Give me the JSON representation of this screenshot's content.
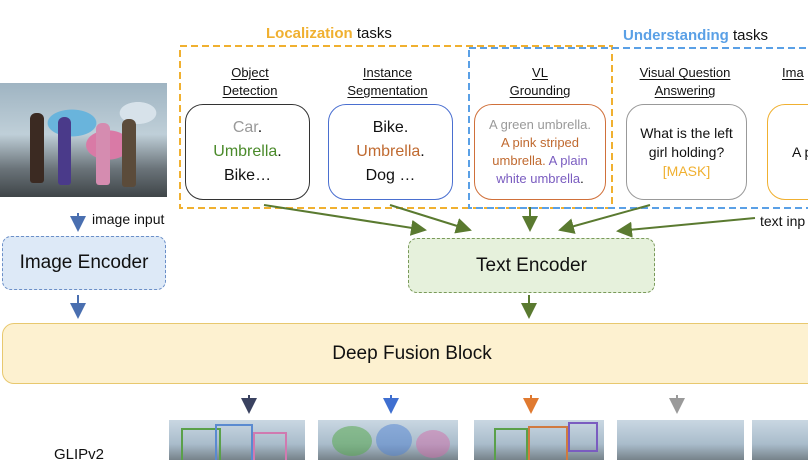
{
  "headers": {
    "localization_kw": "Localization",
    "localization_rest": " tasks",
    "understanding_kw": "Understanding",
    "understanding_rest": " tasks"
  },
  "tasks": [
    {
      "title_line1": "Object",
      "title_line2": "Detection"
    },
    {
      "title_line1": "Instance",
      "title_line2": "Segmentation"
    },
    {
      "title_line1": "VL",
      "title_line2": "Grounding"
    },
    {
      "title_line1": "Visual Question",
      "title_line2": "Answering"
    },
    {
      "title_line1": "Ima"
    }
  ],
  "cards": {
    "detection": {
      "w1": "Car",
      "p1": ".",
      "w2": "Umbrella",
      "p2": ".",
      "w3": "Bike…"
    },
    "segmentation": {
      "w1": "Bike.",
      "w2": "Umbrella",
      "p2": ".",
      "w3": "Dog …"
    },
    "grounding": {
      "l1": "A green umbrella.",
      "l2": "A pink striped",
      "l3": "umbrella.",
      "l3b": " A plain",
      "l4": "white umbrella",
      "l4p": "."
    },
    "vqa": {
      "l1": "What is the left",
      "l2": "girl holding?",
      "l3": "[MASK]"
    },
    "captioning": {
      "l1": "A p",
      "l2": ""
    }
  },
  "labels": {
    "image_input": "image input",
    "text_input": "text inp",
    "image_encoder": "Image Encoder",
    "text_encoder": "Text Encoder",
    "fusion": "Deep Fusion Block",
    "model": "GLIPv2"
  },
  "colors": {
    "localization": "#f0b030",
    "understanding": "#5aa0e6",
    "green_word": "#4a8a2a",
    "orange_word": "#c06a30",
    "purple_word": "#7a5cc0",
    "gray_word": "#9a9a9a",
    "mask": "#f0b030"
  }
}
